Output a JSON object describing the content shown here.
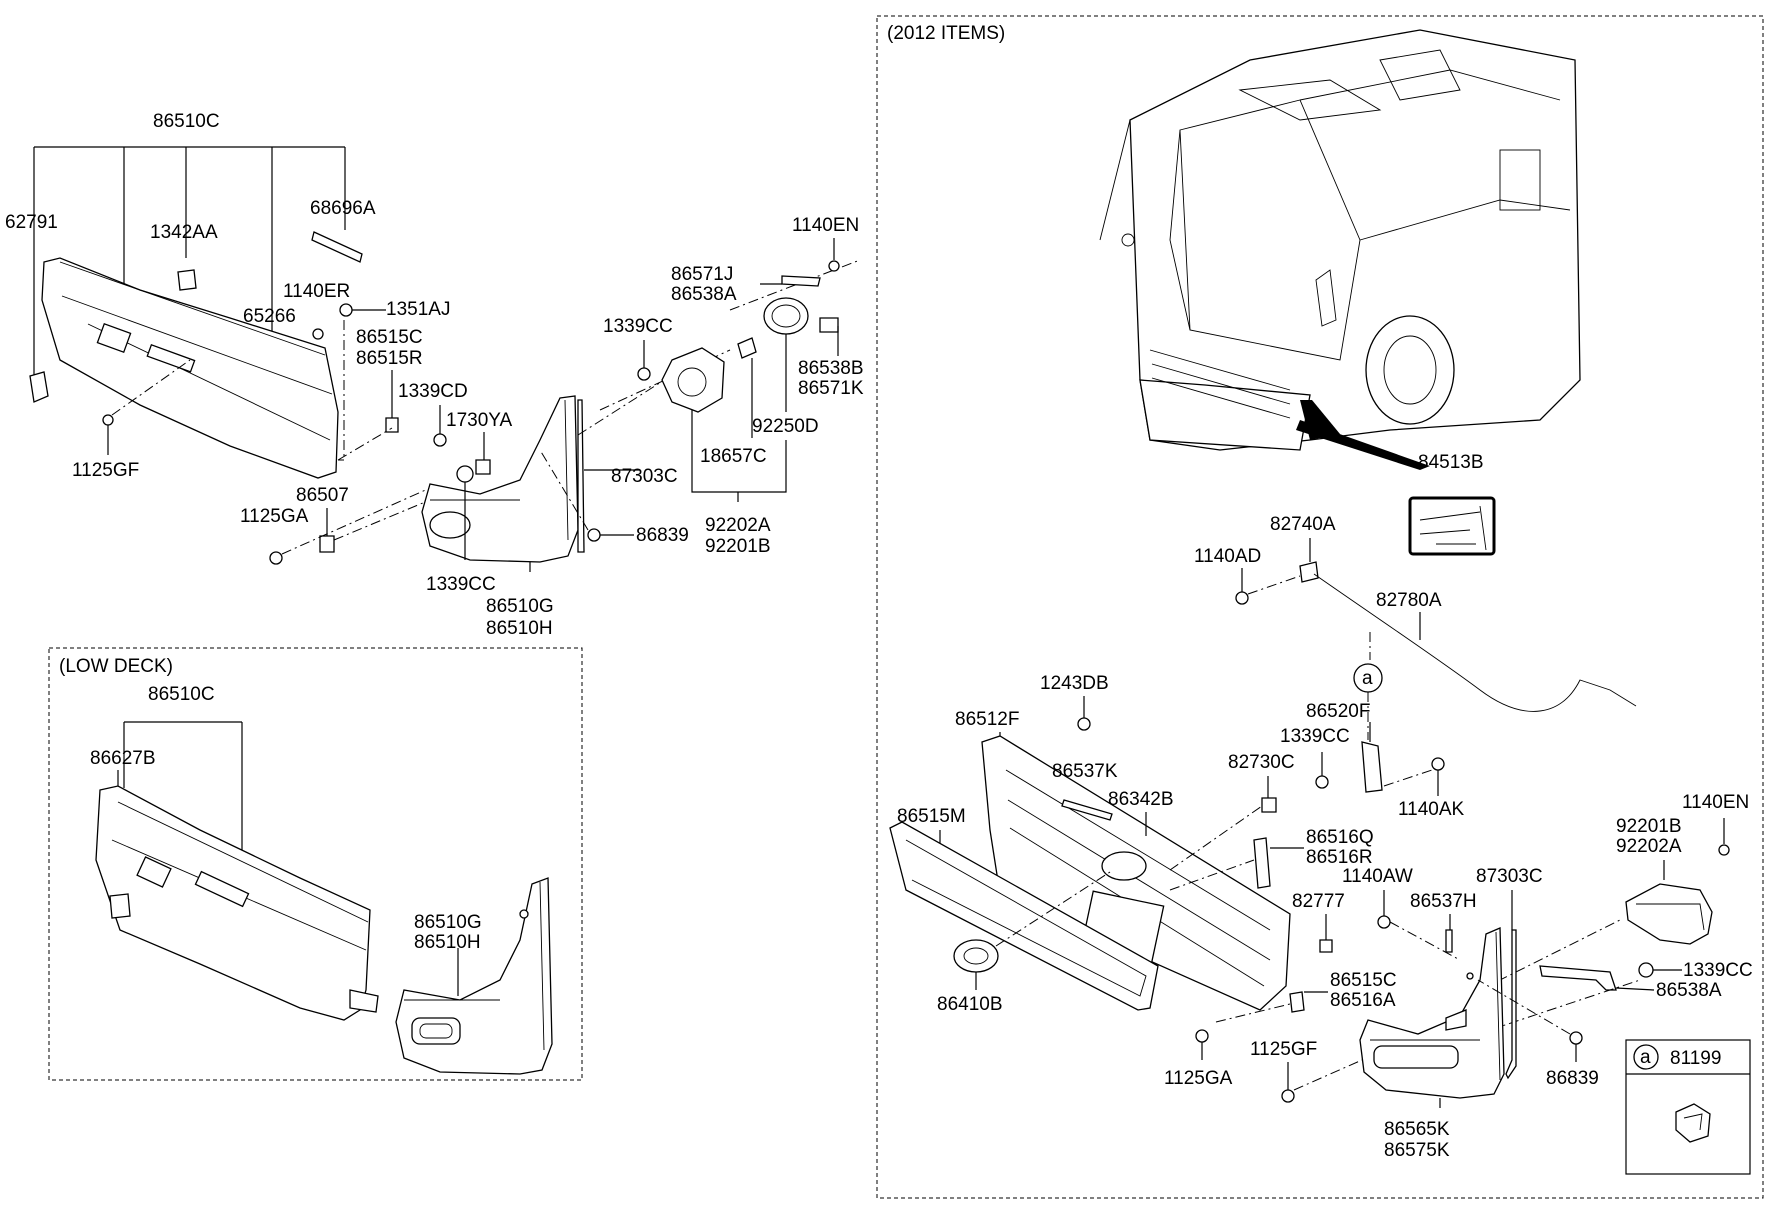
{
  "sections": {
    "items_2012": "(2012 ITEMS)",
    "low_deck": "(LOW DECK)"
  },
  "labels": {
    "p86510C_top": "86510C",
    "p62791": "62791",
    "p1342AA": "1342AA",
    "p68696A": "68696A",
    "p65266": "65266",
    "p1140ER": "1140ER",
    "p1351AJ": "1351AJ",
    "p86515C_top": "86515C",
    "p86515R": "86515R",
    "p1339CD": "1339CD",
    "p1730YA": "1730YA",
    "p1125GF_top": "1125GF",
    "p86507": "86507",
    "p1125GA_top": "1125GA",
    "p1339CC_mid": "1339CC",
    "p86510G_top": "86510G",
    "p86510H_top": "86510H",
    "p87303C_top": "87303C",
    "p86839_top": "86839",
    "p1339CC_top": "1339CC",
    "p86571J": "86571J",
    "p86538A_top": "86538A",
    "p1140EN_top": "1140EN",
    "p86538B": "86538B",
    "p86571K": "86571K",
    "p92250D": "92250D",
    "p18657C": "18657C",
    "p92202A_top": "92202A",
    "p92201B_top": "92201B",
    "p86510C_low": "86510C",
    "p86627B": "86627B",
    "p86510G_low": "86510G",
    "p86510H_low": "86510H",
    "p84513B": "84513B",
    "p82740A": "82740A",
    "p1140AD": "1140AD",
    "p82780A": "82780A",
    "p1243DB": "1243DB",
    "p86512F": "86512F",
    "p86520F": "86520F",
    "p1339CC_r": "1339CC",
    "p82730C": "82730C",
    "p86537K": "86537K",
    "p86342B": "86342B",
    "p1140AK": "1140AK",
    "p86515M": "86515M",
    "p86516Q": "86516Q",
    "p86516R": "86516R",
    "p1140EN_r": "1140EN",
    "p92201B_r": "92201B",
    "p92202A_r": "92202A",
    "p1140AW": "1140AW",
    "p87303C_r": "87303C",
    "p82777": "82777",
    "p86537H": "86537H",
    "p1339CC_rr": "1339CC",
    "p86410B": "86410B",
    "p86515C_r": "86515C",
    "p86516A": "86516A",
    "p86538A_r": "86538A",
    "p1125GF_r": "1125GF",
    "p1125GA_r": "1125GA",
    "p86839_r": "86839",
    "p86565K": "86565K",
    "p86575K": "86575K",
    "ref_a": "a",
    "ref_a_legend": "a",
    "p81199": "81199"
  }
}
